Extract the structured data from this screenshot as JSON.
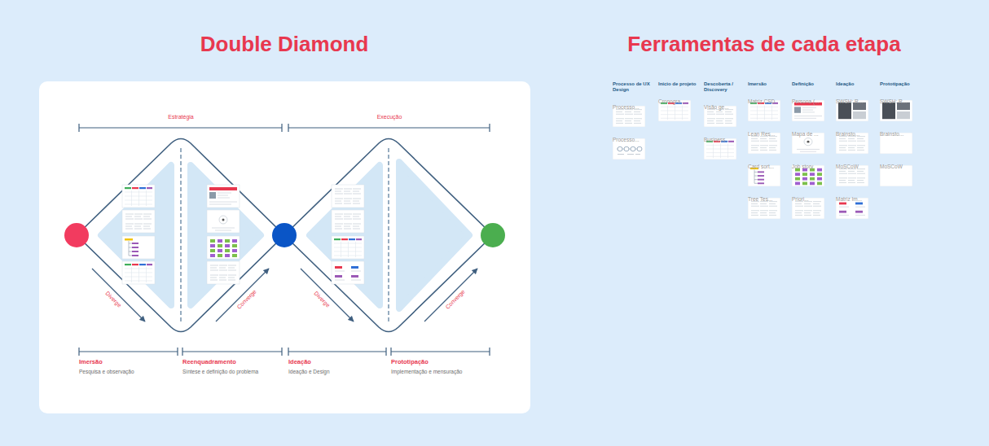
{
  "diagram": {
    "title": "Double Diamond",
    "nodes": [
      {
        "text": [
          "Processo de UX Design"
        ]
      },
      {
        "text": [
          "Processo..."
        ],
        "in": 0
      },
      {
        "text": [
          "Processo..."
        ],
        "in": 0
      },
      {
        "text": [
          "Início de projeto"
        ]
      },
      {
        "text": [
          "Cronogra..."
        ],
        "in": 3
      },
      {
        "text": [
          "Descoberta / Discovery"
        ]
      },
      {
        "text": [
          "Visão ge..."
        ],
        "in": 5
      },
      {
        "text": [
          "Business..."
        ],
        "in": 5
      },
      {
        "text": [
          "Imersão"
        ]
      },
      {
        "text": [
          "Matriz CSD"
        ],
        "in": 8
      },
      {
        "text": [
          "Lean Res..."
        ],
        "in": 8
      },
      {
        "text": [
          "Card sort..."
        ],
        "in": 8
      },
      {
        "text": [
          "Tree Tes..."
        ],
        "in": 8
      },
      {
        "text": [
          "Definição"
        ]
      },
      {
        "text": [
          "Persona (..."
        ],
        "in": 13
      },
      {
        "text": [
          "Mapa de ..."
        ],
        "in": 13
      },
      {
        "text": [
          "Job story"
        ],
        "in": 13
      },
      {
        "text": [
          "Priori..."
        ],
        "in": 13
      },
      {
        "text": [
          "Ideação"
        ]
      },
      {
        "text": [
          "SWSH: R..."
        ],
        "in": 18
      },
      {
        "text": [
          "Brainsto..."
        ],
        "in": 18
      },
      {
        "text": [
          "MoSCoW"
        ],
        "in": 18
      },
      {
        "text": [
          "Matriz Im..."
        ],
        "in": 18
      },
      {
        "text": [
          "Prototipação"
        ]
      },
      {
        "text": [
          "SWSH: R..."
        ],
        "in": 23
      },
      {
        "text": [
          "Brainsto..."
        ],
        "in": 23
      },
      {
        "text": [
          "MoSCoW"
        ],
        "in": 23
      }
    ],
    "labels": [
      "Estratégia",
      "Execução",
      "Diverge",
      "Converge",
      "Diverge",
      "Converge",
      "Imersão",
      "Pesquisa e observação",
      "Reenquadramento",
      "Síntese e definição do problema",
      "Ideação",
      "Ideação e Design",
      "Prototipação",
      "Implementação e mensuração",
      "Ferramentas de cada etapa"
    ]
  }
}
